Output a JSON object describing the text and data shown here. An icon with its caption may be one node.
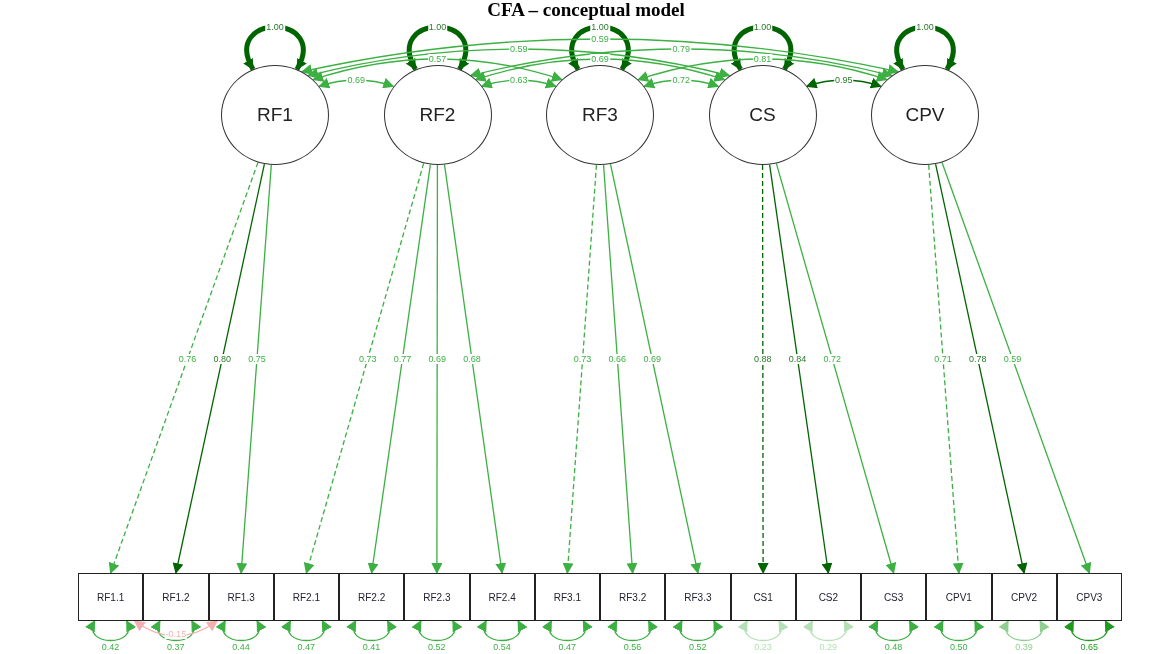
{
  "diagram": {
    "title": "CFA – conceptual model",
    "nodes": [
      {
        "text": [
          "RF1"
        ]
      },
      {
        "text": [
          "RF2"
        ]
      },
      {
        "text": [
          "RF3"
        ]
      },
      {
        "text": [
          "CS"
        ]
      },
      {
        "text": [
          "CPV"
        ]
      },
      {
        "text": [
          "RF1.1"
        ]
      },
      {
        "text": [
          "RF1.2"
        ]
      },
      {
        "text": [
          "RF1.3"
        ]
      },
      {
        "text": [
          "RF2.1"
        ]
      },
      {
        "text": [
          "RF2.2"
        ]
      },
      {
        "text": [
          "RF2.3"
        ]
      },
      {
        "text": [
          "RF2.4"
        ]
      },
      {
        "text": [
          "RF3.1"
        ]
      },
      {
        "text": [
          "RF3.2"
        ]
      },
      {
        "text": [
          "RF3.3"
        ]
      },
      {
        "text": [
          "CS1"
        ]
      },
      {
        "text": [
          "CS2"
        ]
      },
      {
        "text": [
          "CS3"
        ]
      },
      {
        "text": [
          "CPV1"
        ]
      },
      {
        "text": [
          "CPV2"
        ]
      },
      {
        "text": [
          "CPV3"
        ]
      }
    ],
    "edges": [
      {
        "from": 0,
        "to": 0,
        "arrow": "both",
        "label": "1.00",
        "style": "thick",
        "color": "#006400"
      },
      {
        "from": 1,
        "to": 1,
        "arrow": "both",
        "label": "1.00",
        "style": "thick",
        "color": "#006400"
      },
      {
        "from": 2,
        "to": 2,
        "arrow": "both",
        "label": "1.00",
        "style": "thick",
        "color": "#006400"
      },
      {
        "from": 3,
        "to": 3,
        "arrow": "both",
        "label": "1.00",
        "style": "thick",
        "color": "#006400"
      },
      {
        "from": 4,
        "to": 4,
        "arrow": "both",
        "label": "1.00",
        "style": "thick",
        "color": "#006400"
      },
      {
        "from": 0,
        "to": 1,
        "arrow": "both",
        "label": "0.69"
      },
      {
        "from": 0,
        "to": 2,
        "arrow": "both",
        "label": "0.57"
      },
      {
        "from": 0,
        "to": 3,
        "arrow": "both",
        "label": "0.59"
      },
      {
        "from": 0,
        "to": 4,
        "arrow": "both",
        "label": "0.59"
      },
      {
        "from": 1,
        "to": 2,
        "arrow": "both",
        "label": "0.63"
      },
      {
        "from": 1,
        "to": 3,
        "arrow": "both",
        "label": "0.69"
      },
      {
        "from": 1,
        "to": 4,
        "arrow": "both",
        "label": "0.79"
      },
      {
        "from": 2,
        "to": 3,
        "arrow": "both",
        "label": "0.72"
      },
      {
        "from": 2,
        "to": 4,
        "arrow": "both",
        "label": "0.81"
      },
      {
        "from": 3,
        "to": 4,
        "arrow": "both",
        "label": "0.95",
        "color": "#006400"
      },
      {
        "from": 0,
        "to": 5,
        "arrow": "to",
        "label": "0.76",
        "style": "dashed"
      },
      {
        "from": 0,
        "to": 6,
        "arrow": "to",
        "label": "0.80",
        "color": "#006400"
      },
      {
        "from": 0,
        "to": 7,
        "arrow": "to",
        "label": "0.75"
      },
      {
        "from": 1,
        "to": 8,
        "arrow": "to",
        "label": "0.73",
        "style": "dashed"
      },
      {
        "from": 1,
        "to": 9,
        "arrow": "to",
        "label": "0.77"
      },
      {
        "from": 1,
        "to": 10,
        "arrow": "to",
        "label": "0.69"
      },
      {
        "from": 1,
        "to": 11,
        "arrow": "to",
        "label": "0.68"
      },
      {
        "from": 2,
        "to": 12,
        "arrow": "to",
        "label": "0.73",
        "style": "dashed"
      },
      {
        "from": 2,
        "to": 13,
        "arrow": "to",
        "label": "0.66"
      },
      {
        "from": 2,
        "to": 14,
        "arrow": "to",
        "label": "0.69"
      },
      {
        "from": 3,
        "to": 15,
        "arrow": "to",
        "label": "0.88",
        "style": "dashed",
        "color": "#006400"
      },
      {
        "from": 3,
        "to": 16,
        "arrow": "to",
        "label": "0.84",
        "color": "#006400"
      },
      {
        "from": 3,
        "to": 17,
        "arrow": "to",
        "label": "0.72"
      },
      {
        "from": 4,
        "to": 18,
        "arrow": "to",
        "label": "0.71",
        "style": "dashed"
      },
      {
        "from": 4,
        "to": 19,
        "arrow": "to",
        "label": "0.78",
        "color": "#006400"
      },
      {
        "from": 4,
        "to": 20,
        "arrow": "to",
        "label": "0.59"
      },
      {
        "from": 5,
        "to": 5,
        "arrow": "both",
        "label": "0.42"
      },
      {
        "from": 6,
        "to": 6,
        "arrow": "both",
        "label": "0.37"
      },
      {
        "from": 7,
        "to": 7,
        "arrow": "both",
        "label": "0.44"
      },
      {
        "from": 8,
        "to": 8,
        "arrow": "both",
        "label": "0.47"
      },
      {
        "from": 9,
        "to": 9,
        "arrow": "both",
        "label": "0.41"
      },
      {
        "from": 10,
        "to": 10,
        "arrow": "both",
        "label": "0.52"
      },
      {
        "from": 11,
        "to": 11,
        "arrow": "both",
        "label": "0.54"
      },
      {
        "from": 12,
        "to": 12,
        "arrow": "both",
        "label": "0.47"
      },
      {
        "from": 13,
        "to": 13,
        "arrow": "both",
        "label": "0.56"
      },
      {
        "from": 14,
        "to": 14,
        "arrow": "both",
        "label": "0.52"
      },
      {
        "from": 15,
        "to": 15,
        "arrow": "both",
        "label": "0.23",
        "color": "#b5e0b5"
      },
      {
        "from": 16,
        "to": 16,
        "arrow": "both",
        "label": "0.29",
        "color": "#b5e0b5"
      },
      {
        "from": 17,
        "to": 17,
        "arrow": "both",
        "label": "0.48"
      },
      {
        "from": 18,
        "to": 18,
        "arrow": "both",
        "label": "0.50"
      },
      {
        "from": 19,
        "to": 19,
        "arrow": "both",
        "label": "0.39",
        "color": "#8fcf8f"
      },
      {
        "from": 20,
        "to": 20,
        "arrow": "both",
        "label": "0.65",
        "color": "#1f9a1f"
      },
      {
        "from": 5,
        "to": 7,
        "arrow": "both",
        "label": "-0.15",
        "color": "#f4b0b0"
      }
    ]
  }
}
